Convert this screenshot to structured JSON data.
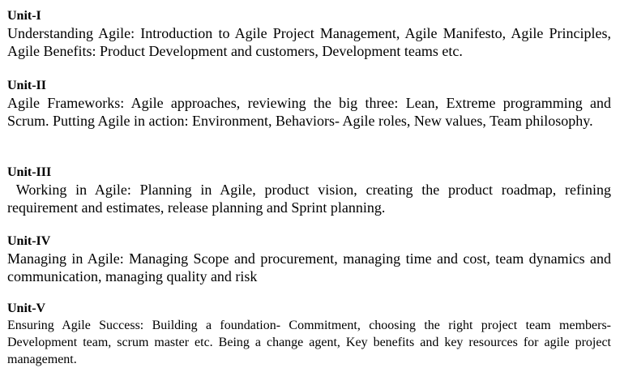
{
  "units": [
    {
      "title": "Unit-I",
      "body": "Understanding Agile: Introduction to Agile Project Management, Agile Manifesto, Agile Principles, Agile Benefits: Product Development and customers, Development teams etc."
    },
    {
      "title": "Unit-II",
      "body": "Agile Frameworks: Agile approaches, reviewing the big three: Lean, Extreme programming and Scrum. Putting Agile in action: Environment, Behaviors- Agile roles, New values, Team philosophy."
    },
    {
      "title": "Unit-III",
      "body": " Working in Agile: Planning in Agile, product vision, creating the product roadmap, refining requirement and estimates, release planning and Sprint planning."
    },
    {
      "title": "Unit-IV",
      "body": "Managing in Agile: Managing Scope and procurement, managing time and cost, team dynamics and communication, managing quality and risk"
    },
    {
      "title": "Unit-V",
      "body": "Ensuring Agile Success: Building a foundation- Commitment, choosing the right project team members- Development team, scrum master etc. Being a change agent, Key benefits and key resources for agile project management."
    }
  ]
}
